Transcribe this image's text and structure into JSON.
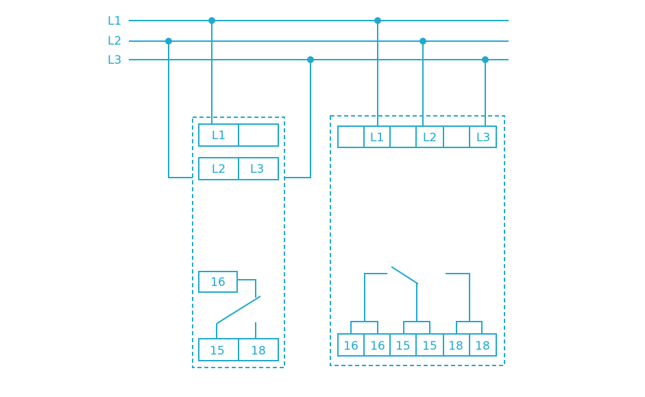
{
  "colors": {
    "line": "#1fa9cf",
    "background": "#ffffff"
  },
  "phases": [
    "L1",
    "L2",
    "L3"
  ],
  "left_module": {
    "top_terminals": [
      "L1",
      ""
    ],
    "second_terminals": [
      "L2",
      "L3"
    ],
    "contact_top": "16",
    "bottom_terminals": [
      "15",
      "18"
    ]
  },
  "right_module": {
    "top_terminals": [
      "",
      "L1",
      "",
      "L2",
      "",
      "L3"
    ],
    "bottom_terminals": [
      "16",
      "16",
      "15",
      "15",
      "18",
      "18"
    ]
  }
}
